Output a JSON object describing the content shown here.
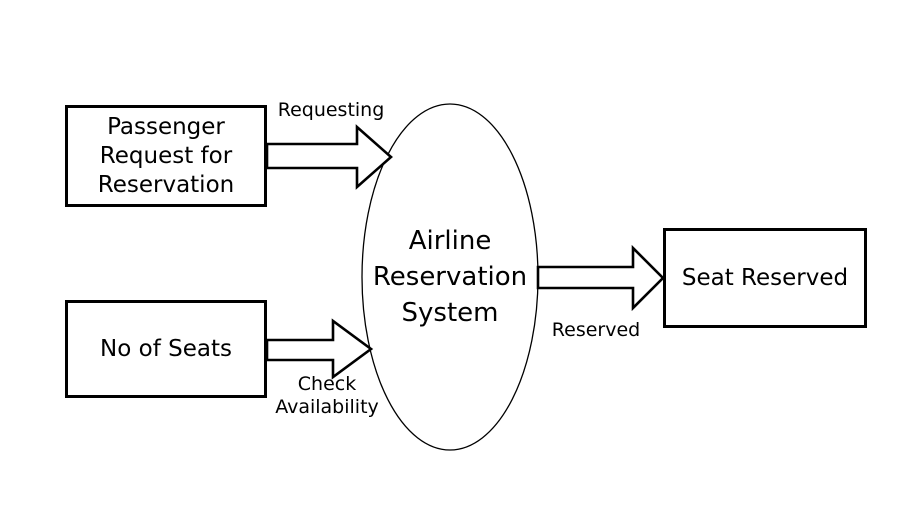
{
  "colors": {
    "canvas": "#ffffff",
    "line": "#000000",
    "shape_fill": "#ffffff"
  },
  "external_entities": {
    "passenger_request": {
      "lines": [
        "Passenger",
        "Request for",
        "Reservation"
      ]
    },
    "no_of_seats": {
      "label": "No of Seats"
    },
    "seat_reserved": {
      "label": "Seat Reserved"
    }
  },
  "process": {
    "lines": [
      "Airline",
      "Reservation",
      "System"
    ]
  },
  "data_flows": {
    "requesting": {
      "label": "Requesting"
    },
    "check_availability": {
      "lines": [
        "Check",
        "Availability"
      ]
    },
    "reserved": {
      "label": "Reserved"
    }
  }
}
